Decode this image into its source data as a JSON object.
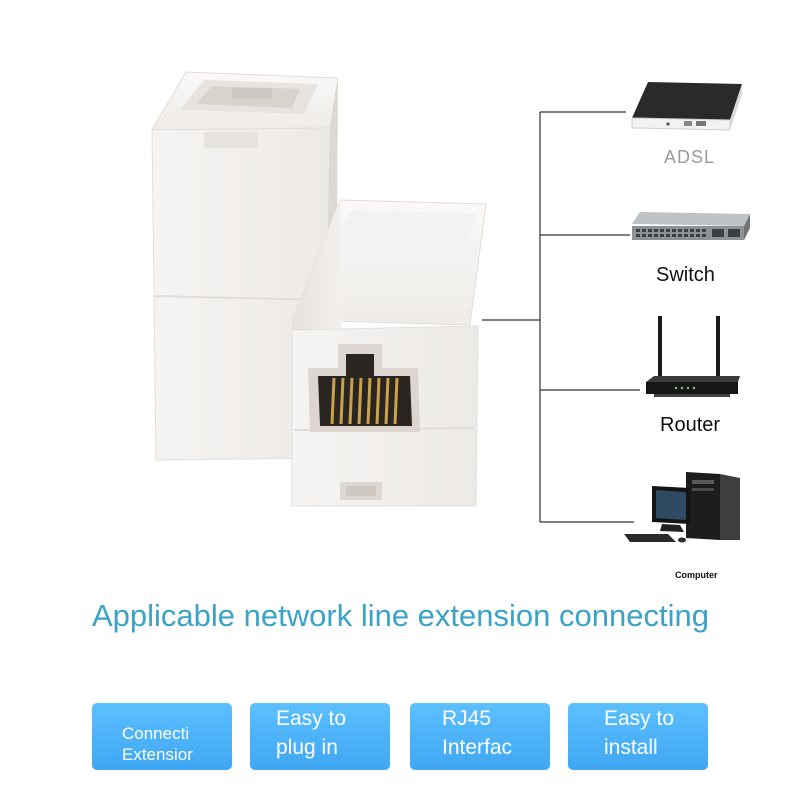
{
  "devices": [
    {
      "name": "ADSL",
      "icon": "adsl-modem-icon"
    },
    {
      "name": "Switch",
      "icon": "network-switch-icon"
    },
    {
      "name": "Router",
      "icon": "wifi-router-icon"
    },
    {
      "name": "Computer",
      "icon": "desktop-computer-icon"
    }
  ],
  "headline": "Applicable network line extension connecting",
  "features": [
    {
      "line1": "Connecti",
      "line2": "Extensior"
    },
    {
      "line1": "Easy to",
      "line2": "plug in"
    },
    {
      "line1": "RJ45",
      "line2": "Interfac"
    },
    {
      "line1": "Easy to",
      "line2": "install"
    }
  ],
  "colors": {
    "headline": "#3aa3c6",
    "button": "#4fb4fa",
    "plastic": "#f1eeec",
    "connector_line": "#333333"
  }
}
